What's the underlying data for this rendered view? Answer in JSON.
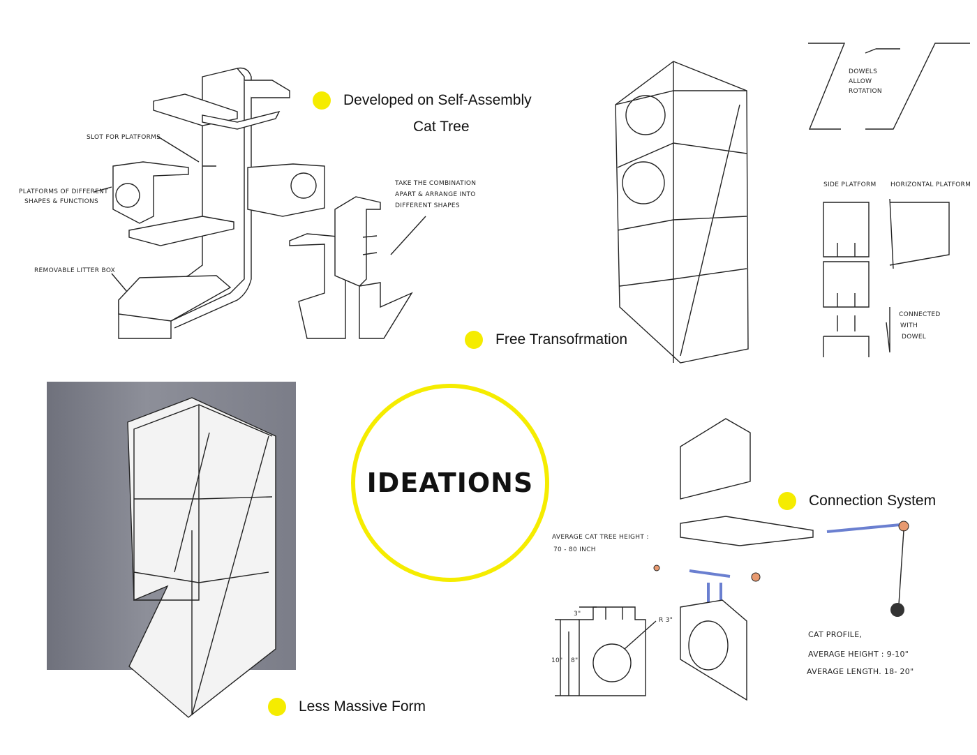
{
  "title": "IDEATIONS",
  "sections": [
    {
      "label_line1": "Developed on Self-Assembly",
      "label_line2": "Cat Tree"
    },
    {
      "label": "Free Transofrmation"
    },
    {
      "label": "Less Massive Form"
    },
    {
      "label": "Connection System"
    }
  ],
  "notes": {
    "slot": "Slot for platforms",
    "platforms_1": "Platforms of different",
    "platforms_2": "shapes & functions",
    "litter": "Removable litter box",
    "combo_1": "Take the combination",
    "combo_2": "apart & arrange into",
    "combo_3": "different shapes",
    "dowels_1": "Dowels",
    "dowels_2": "allow",
    "dowels_3": "rotation",
    "side_platform": "Side platform",
    "horizontal_platform": "Horizontal platform",
    "connected_1": "Connected",
    "connected_2": "with",
    "connected_3": "dowel",
    "avg_tree_1": "Average cat tree height :",
    "avg_tree_2": "70 - 80 inch",
    "dim_3": "3\"",
    "dim_10": "10\"",
    "dim_8": "8\"",
    "dim_r3": "R 3\"",
    "cat_profile": "Cat profile,",
    "avg_height": "Average height :  9-10\"",
    "avg_length": "Average length.  18- 20\""
  },
  "colors": {
    "accent": "#f5ec00",
    "panel": "#7d7f8a"
  }
}
